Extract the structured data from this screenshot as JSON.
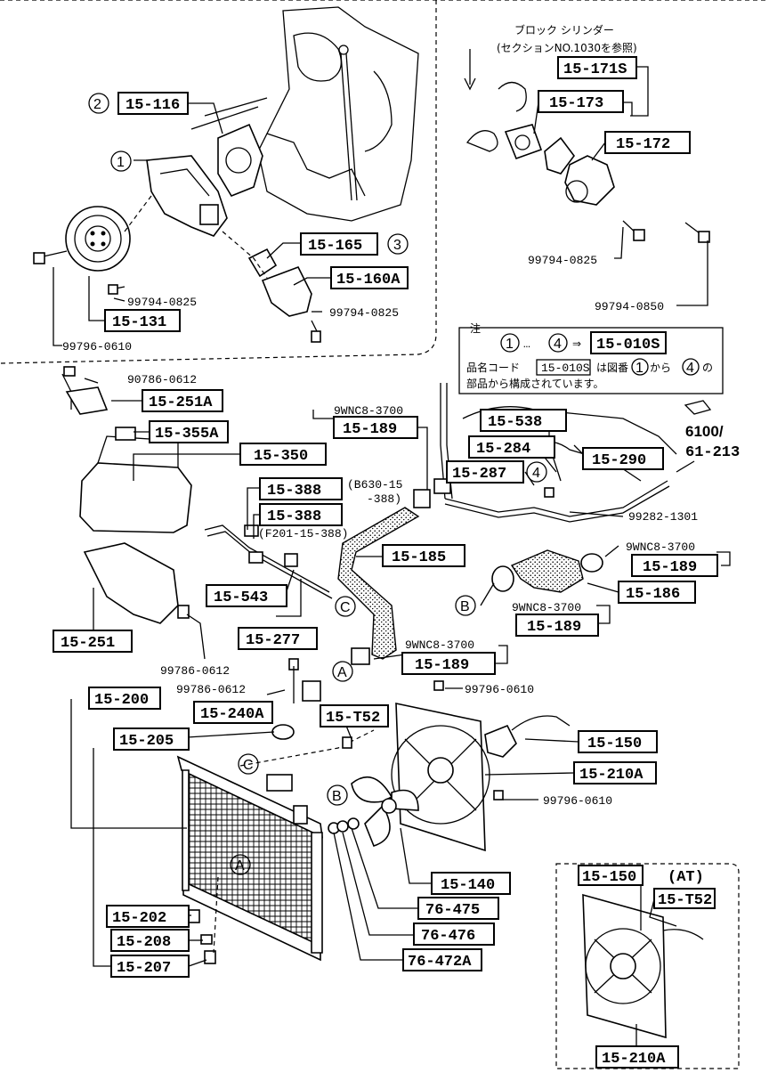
{
  "parts": {
    "p15_116": "15-116",
    "p15_165": "15-165",
    "p15_160a": "15-160A",
    "p15_131": "15-131",
    "p15_171s": "15-171S",
    "p15_173": "15-173",
    "p15_172": "15-172",
    "p15_251a": "15-251A",
    "p15_355a": "15-355A",
    "p15_350": "15-350",
    "p15_388a": "15-388",
    "p15_388b": "15-388",
    "p15_543": "15-543",
    "p15_277": "15-277",
    "p15_251": "15-251",
    "p15_185": "15-185",
    "p15_189a": "15-189",
    "p15_189b": "15-189",
    "p15_189c": "15-189",
    "p15_189d": "15-189",
    "p15_538": "15-538",
    "p15_284": "15-284",
    "p15_287": "15-287",
    "p15_290": "15-290",
    "p15_186": "15-186",
    "p15_010s": "15-010S",
    "p15_200": "15-200",
    "p15_240a": "15-240A",
    "p15_205": "15-205",
    "p15_t52a": "15-T52",
    "p15_150a": "15-150",
    "p15_210a_a": "15-210A",
    "p15_140": "15-140",
    "p76_475": "76-475",
    "p76_476": "76-476",
    "p76_472a": "76-472A",
    "p15_202": "15-202",
    "p15_208": "15-208",
    "p15_207": "15-207",
    "p15_150b": "15-150",
    "p15_t52b": "15-T52",
    "p15_210a_b": "15-210A"
  },
  "codes": {
    "c99794_0825a": "99794-0825",
    "c99794_0825b": "99794-0825",
    "c99796_0610a": "99796-0610",
    "c99794_0825c": "99794-0825",
    "c99794_0850": "99794-0850",
    "c90786_0612": "90786-0612",
    "c9wnc8_a": "9WNC8-3700",
    "c9wnc8_b": "9WNC8-3700",
    "c9wnc8_c": "9WNC8-3700",
    "c9wnc8_d": "9WNC8-3700",
    "c99282_1301": "99282-1301",
    "c99786_0612a": "99786-0612",
    "c99786_0612b": "99786-0612",
    "c99796_0610b": "99796-0610",
    "c99796_0610c": "99796-0610",
    "b630": "(B630-15",
    "b630b": "-388)",
    "f201": "(F201-15-388)"
  },
  "notes": {
    "block_line1": "ブロック シリンダー",
    "block_line2": "(セクションNO.1030を参照)",
    "note_label": "注",
    "note_range": "…",
    "note_arrow": "⇒",
    "note_line1a": "品名コード",
    "note_line1b": "は図番",
    "note_line1c": "から",
    "note_line1d": "の",
    "note_line2": "部品から構成されています。",
    "ref_main": "6100/",
    "ref_sub": "61-213",
    "at": "(AT)"
  },
  "markers": {
    "n1": "1",
    "n2": "2",
    "n3": "3",
    "n4": "4",
    "A": "A",
    "B": "B",
    "C": "C"
  }
}
